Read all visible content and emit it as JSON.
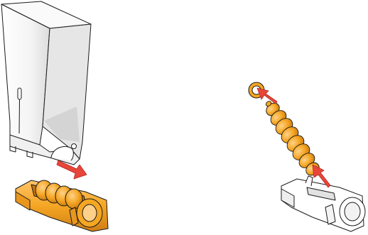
{
  "figure": {
    "panels": [
      {
        "step": "remove-roller-carrier",
        "parts": [
          "hopper",
          "roller-carrier",
          "removal-arrow"
        ]
      },
      {
        "step": "remove-roller-from-carrier",
        "parts": [
          "roller",
          "end-bushing",
          "roller-carrier",
          "lift-arrow",
          "bushing-arrow"
        ]
      }
    ],
    "colors": {
      "outline": "#1a1a1a",
      "hopper_fill": "#f6f6f6",
      "hopper_shade": "#d9d9d9",
      "part_orange": "#f5a623",
      "part_orange_dark": "#d9861a",
      "arrow_red": "#e8463a",
      "carrier_white": "#ffffff"
    }
  }
}
